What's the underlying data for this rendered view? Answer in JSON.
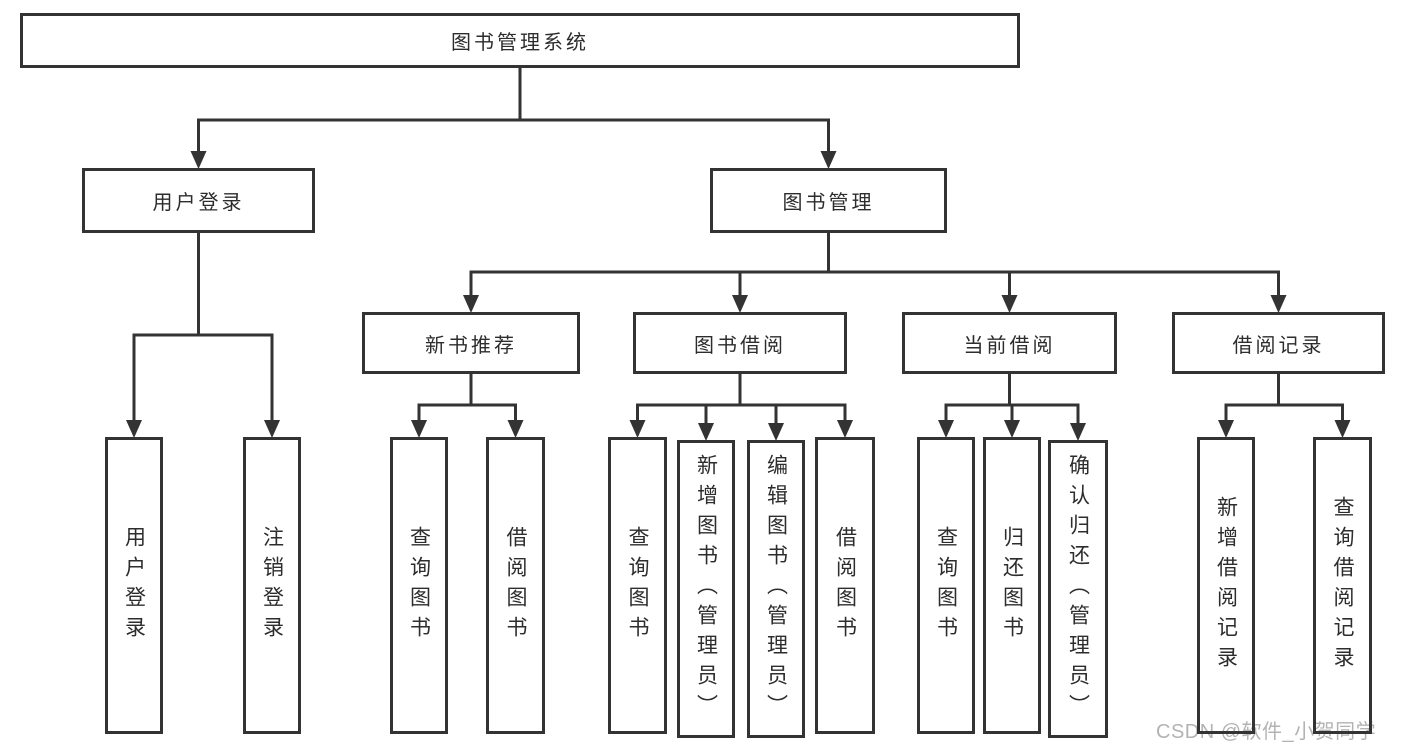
{
  "diagram": {
    "title": "图书管理系统",
    "type": "hierarchy-tree",
    "colors": {
      "line": "#333333",
      "text": "#2d2d2d",
      "background": "#ffffff",
      "watermark": "#b3b3b3"
    },
    "nodes": [
      {
        "id": "root",
        "label": "图书管理系统",
        "level": 1
      },
      {
        "id": "user_login",
        "label": "用户登录",
        "level": 2
      },
      {
        "id": "book_mgmt",
        "label": "图书管理",
        "level": 2
      },
      {
        "id": "new_book_rec",
        "label": "新书推荐",
        "level": 3
      },
      {
        "id": "book_borrow",
        "label": "图书借阅",
        "level": 3
      },
      {
        "id": "current_borrow",
        "label": "当前借阅",
        "level": 3
      },
      {
        "id": "borrow_record",
        "label": "借阅记录",
        "level": 3
      },
      {
        "id": "ul_login",
        "label": "用户登录",
        "level": 4
      },
      {
        "id": "ul_logout",
        "label": "注销登录",
        "level": 4
      },
      {
        "id": "nbr_query",
        "label": "查询图书",
        "level": 4
      },
      {
        "id": "nbr_borrow",
        "label": "借阅图书",
        "level": 4
      },
      {
        "id": "bb_query",
        "label": "查询图书",
        "level": 4
      },
      {
        "id": "bb_add",
        "label": "新增图书（管理员）",
        "level": 4
      },
      {
        "id": "bb_edit",
        "label": "编辑图书（管理员）",
        "level": 4
      },
      {
        "id": "bb_borrow",
        "label": "借阅图书",
        "level": 4
      },
      {
        "id": "cb_query",
        "label": "查询图书",
        "level": 4
      },
      {
        "id": "cb_return",
        "label": "归还图书",
        "level": 4
      },
      {
        "id": "cb_confirm",
        "label": "确认归还（管理员）",
        "level": 4
      },
      {
        "id": "br_add",
        "label": "新增借阅记录",
        "level": 4
      },
      {
        "id": "br_query",
        "label": "查询借阅记录",
        "level": 4
      }
    ],
    "edges": [
      {
        "parent": "root",
        "children": [
          "user_login",
          "book_mgmt"
        ]
      },
      {
        "parent": "user_login",
        "children": [
          "ul_login",
          "ul_logout"
        ]
      },
      {
        "parent": "book_mgmt",
        "children": [
          "new_book_rec",
          "book_borrow",
          "current_borrow",
          "borrow_record"
        ]
      },
      {
        "parent": "new_book_rec",
        "children": [
          "nbr_query",
          "nbr_borrow"
        ]
      },
      {
        "parent": "book_borrow",
        "children": [
          "bb_query",
          "bb_add",
          "bb_edit",
          "bb_borrow"
        ]
      },
      {
        "parent": "current_borrow",
        "children": [
          "cb_query",
          "cb_return",
          "cb_confirm"
        ]
      },
      {
        "parent": "borrow_record",
        "children": [
          "br_add",
          "br_query"
        ]
      }
    ],
    "watermark": "CSDN @软件_小贺同学"
  }
}
